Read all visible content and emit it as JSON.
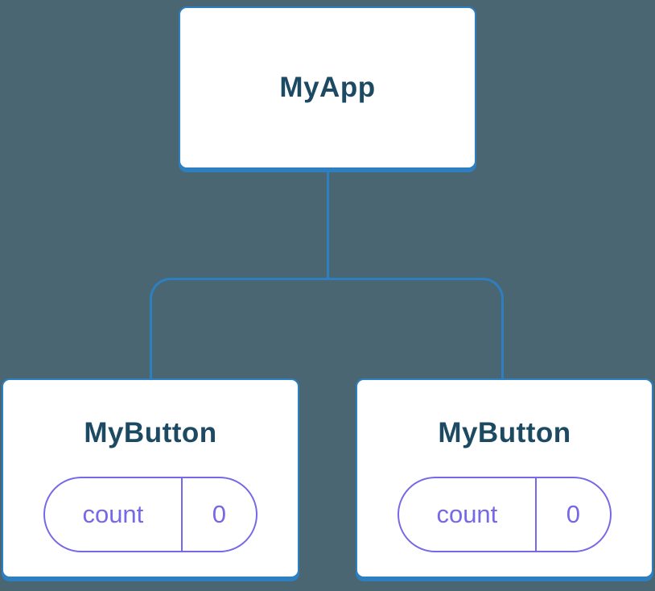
{
  "colors": {
    "bg": "#4a6673",
    "card_border": "#2e7fc0",
    "connector": "#2e7fc0",
    "title_text": "#1d4a63",
    "pill": "#7668e8"
  },
  "tree": {
    "root": {
      "label": "MyApp"
    },
    "children": [
      {
        "label": "MyButton",
        "state": {
          "key": "count",
          "value": "0"
        }
      },
      {
        "label": "MyButton",
        "state": {
          "key": "count",
          "value": "0"
        }
      }
    ]
  }
}
